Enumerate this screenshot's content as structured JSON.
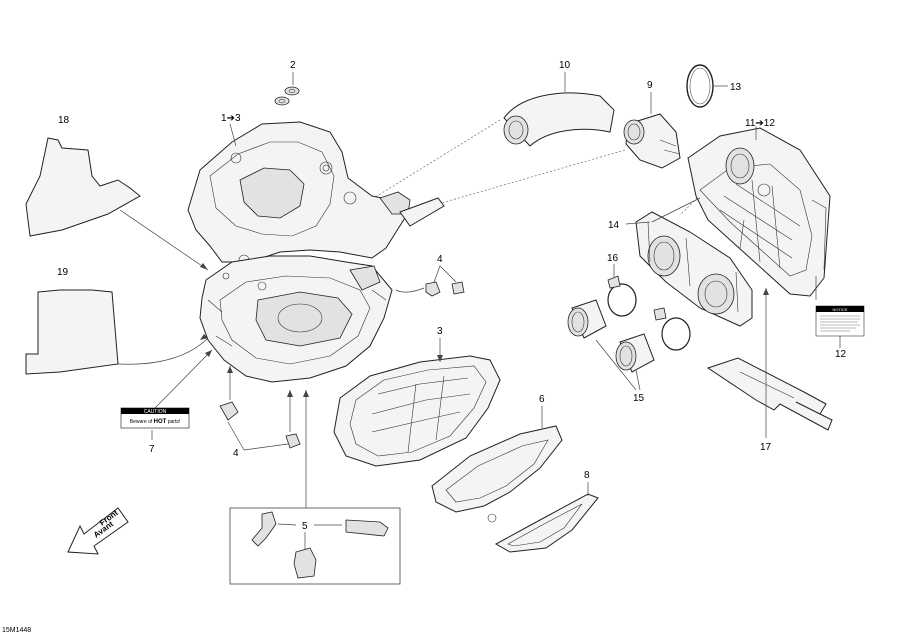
{
  "callouts": {
    "c1": "1➔3",
    "c2": "2",
    "c3": "3",
    "c4a": "4",
    "c4b": "4",
    "c5": "5",
    "c6": "6",
    "c7": "7",
    "c8": "8",
    "c9": "9",
    "c10": "10",
    "c11": "11➔12",
    "c12": "12",
    "c13": "13",
    "c14": "14",
    "c15": "15",
    "c16": "16",
    "c17": "17",
    "c18": "18",
    "c19": "19"
  },
  "caution_label": {
    "header": "CAUTION",
    "text_pre": "Beware of ",
    "text_bold": "HOT",
    "text_post": " parts!"
  },
  "notice_label": {
    "header": "NOTICE"
  },
  "front_arrow": {
    "line1": "Front",
    "line2": "Avant"
  },
  "doc_id": "15M1448"
}
